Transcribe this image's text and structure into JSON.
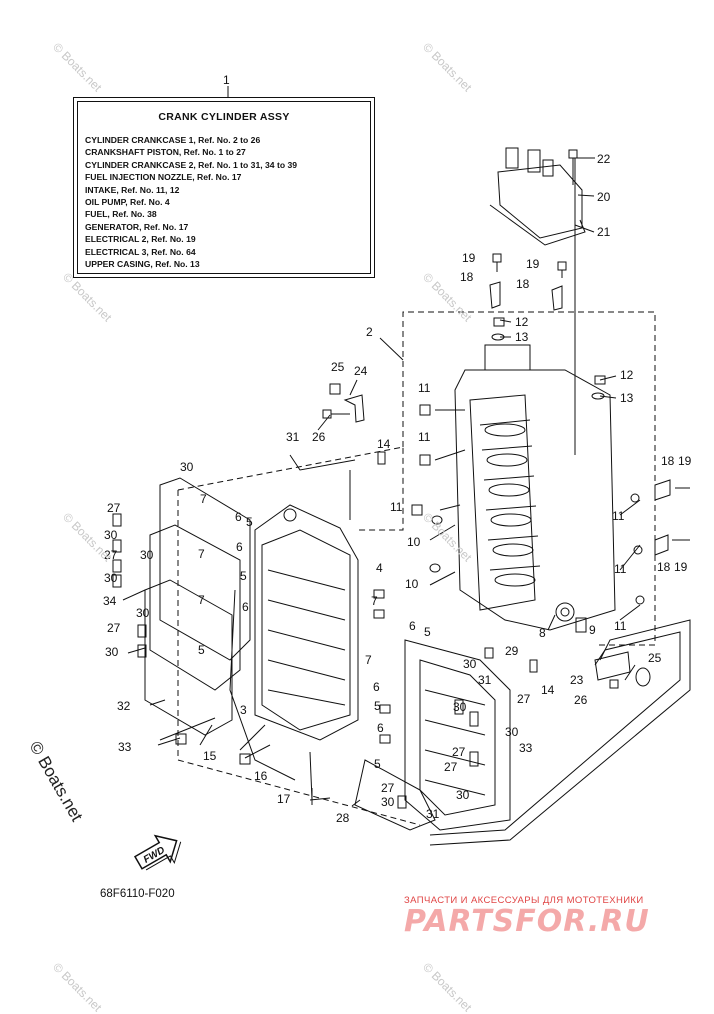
{
  "legend": {
    "number": "1",
    "title": "CRANK CYLINDER ASSY",
    "lines": [
      "CYLINDER CRANKCASE 1, Ref. No. 2 to 26",
      "CRANKSHAFT PISTON,  Ref. No. 1 to 27",
      "CYLINDER CRANKCASE 2, Ref. No. 1 to 31, 34 to 39",
      "FUEL INJECTION NOZZLE, Ref. No. 17",
      "INTAKE, Ref. No. 11, 12",
      "OIL PUMP, Ref. No. 4",
      "FUEL, Ref. No. 38",
      "GENERATOR,  Ref. No. 17",
      "ELECTRICAL 2, Ref. No. 19",
      "ELECTRICAL 3, Ref. No. 64",
      "UPPER CASING, Ref. No. 13"
    ]
  },
  "callouts": [
    {
      "id": "c22",
      "text": "22"
    },
    {
      "id": "c20",
      "text": "20"
    },
    {
      "id": "c21",
      "text": "21"
    },
    {
      "id": "c19a",
      "text": "19"
    },
    {
      "id": "c19b",
      "text": "19"
    },
    {
      "id": "c18a",
      "text": "18"
    },
    {
      "id": "c18b",
      "text": "18"
    },
    {
      "id": "c12a",
      "text": "12"
    },
    {
      "id": "c13a",
      "text": "13"
    },
    {
      "id": "c2",
      "text": "2"
    },
    {
      "id": "c25a",
      "text": "25"
    },
    {
      "id": "c24",
      "text": "24"
    },
    {
      "id": "c12b",
      "text": "12"
    },
    {
      "id": "c13b",
      "text": "13"
    },
    {
      "id": "c11a",
      "text": "11"
    },
    {
      "id": "c26a",
      "text": "26"
    },
    {
      "id": "c31a",
      "text": "31"
    },
    {
      "id": "c11b",
      "text": "11"
    },
    {
      "id": "c14a",
      "text": "14"
    },
    {
      "id": "c18c",
      "text": "18"
    },
    {
      "id": "c19c",
      "text": "19"
    },
    {
      "id": "c30a",
      "text": "30"
    },
    {
      "id": "c27a",
      "text": "27"
    },
    {
      "id": "c7a",
      "text": "7"
    },
    {
      "id": "c11c",
      "text": "11"
    },
    {
      "id": "c11d",
      "text": "11"
    },
    {
      "id": "c30b",
      "text": "30"
    },
    {
      "id": "c6a",
      "text": "6"
    },
    {
      "id": "c5a",
      "text": "5"
    },
    {
      "id": "c10a",
      "text": "10"
    },
    {
      "id": "c27b",
      "text": "27"
    },
    {
      "id": "c30c",
      "text": "30"
    },
    {
      "id": "c6b",
      "text": "6"
    },
    {
      "id": "c18d",
      "text": "18"
    },
    {
      "id": "c19d",
      "text": "19"
    },
    {
      "id": "c30d",
      "text": "30"
    },
    {
      "id": "c11e",
      "text": "11"
    },
    {
      "id": "c4",
      "text": "4"
    },
    {
      "id": "c10b",
      "text": "10"
    },
    {
      "id": "c7b",
      "text": "7"
    },
    {
      "id": "c5b",
      "text": "5"
    },
    {
      "id": "c34",
      "text": "34"
    },
    {
      "id": "c7c",
      "text": "7"
    },
    {
      "id": "c30e",
      "text": "30"
    },
    {
      "id": "c7d",
      "text": "7"
    },
    {
      "id": "c6c",
      "text": "6"
    },
    {
      "id": "c6d",
      "text": "6"
    },
    {
      "id": "c5c",
      "text": "5"
    },
    {
      "id": "c8",
      "text": "8"
    },
    {
      "id": "c9",
      "text": "9"
    },
    {
      "id": "c11f",
      "text": "11"
    },
    {
      "id": "c27c",
      "text": "27"
    },
    {
      "id": "c30f",
      "text": "30"
    },
    {
      "id": "c5d",
      "text": "5"
    },
    {
      "id": "c29",
      "text": "29"
    },
    {
      "id": "c30g",
      "text": "30"
    },
    {
      "id": "c25b",
      "text": "25"
    },
    {
      "id": "c7e",
      "text": "7"
    },
    {
      "id": "c31b",
      "text": "31"
    },
    {
      "id": "c14b",
      "text": "14"
    },
    {
      "id": "c23",
      "text": "23"
    },
    {
      "id": "c6e",
      "text": "6"
    },
    {
      "id": "c26b",
      "text": "26"
    },
    {
      "id": "c32",
      "text": "32"
    },
    {
      "id": "c30h",
      "text": "30"
    },
    {
      "id": "c27d",
      "text": "27"
    },
    {
      "id": "c5e",
      "text": "5"
    },
    {
      "id": "c3",
      "text": "3"
    },
    {
      "id": "c15",
      "text": "15"
    },
    {
      "id": "c6f",
      "text": "6"
    },
    {
      "id": "c30i",
      "text": "30"
    },
    {
      "id": "c33a",
      "text": "33"
    },
    {
      "id": "c33b",
      "text": "33"
    },
    {
      "id": "c16",
      "text": "16"
    },
    {
      "id": "c27e",
      "text": "27"
    },
    {
      "id": "c5f",
      "text": "5"
    },
    {
      "id": "c27f",
      "text": "27"
    },
    {
      "id": "c30j",
      "text": "30"
    },
    {
      "id": "c17",
      "text": "17"
    },
    {
      "id": "c27g",
      "text": "27"
    },
    {
      "id": "c30k",
      "text": "30"
    },
    {
      "id": "c31c",
      "text": "31"
    },
    {
      "id": "c28",
      "text": "28"
    }
  ],
  "fwd_label": "FWD",
  "part_code": "68F6110-F020",
  "watermark_text": "© Boats.net",
  "brand": {
    "tagline": "ЗАПЧАСТИ И АКСЕССУАРЫ ДЛЯ МОТОТЕХНИКИ",
    "logo": "PARTSFOR.RU",
    "colors": {
      "tagline": "#e04545",
      "logo": "#f4a9a9"
    }
  }
}
